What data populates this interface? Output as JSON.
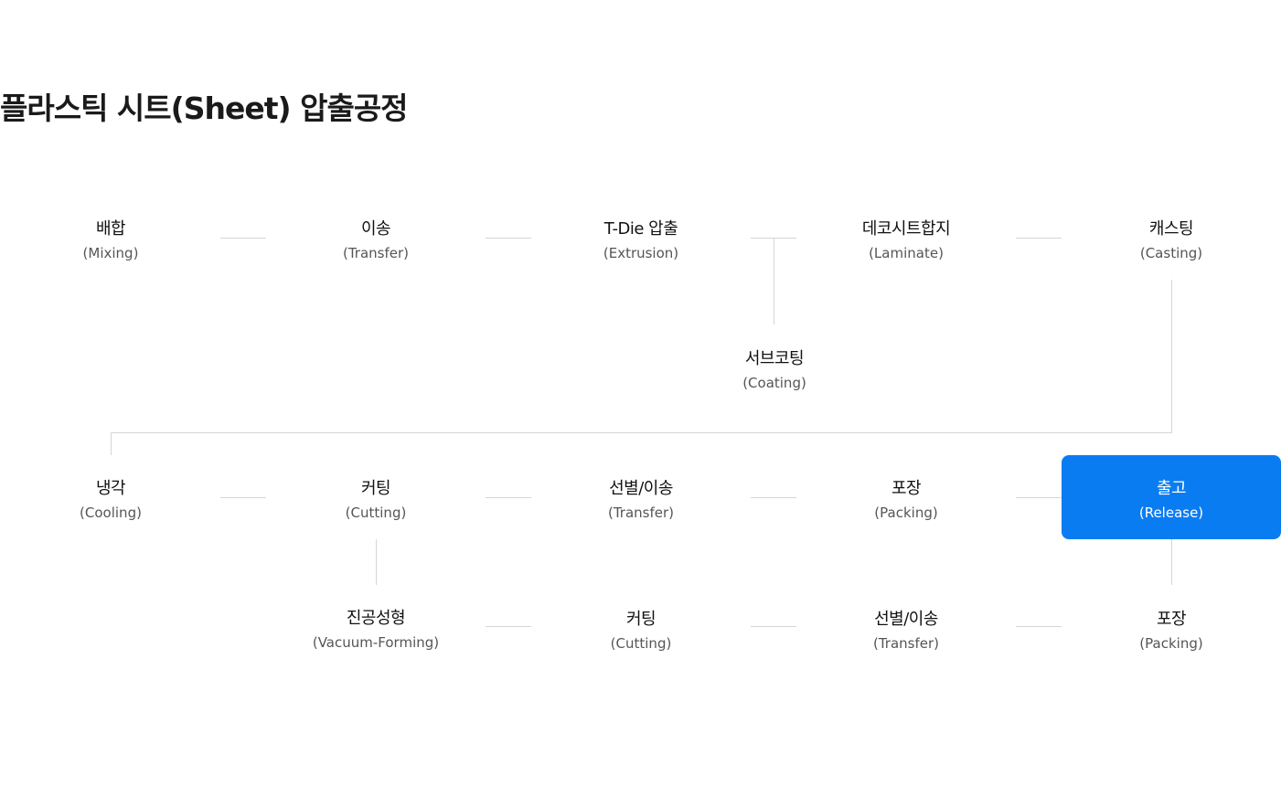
{
  "title": "플라스틱 시트(Sheet) 압출공정",
  "colors": {
    "accent": "#0a7cf2",
    "connector": "#d6d6d6",
    "text_primary": "#111111",
    "text_secondary": "#555555"
  },
  "steps": [
    {
      "id": "mixing",
      "ko": "배합",
      "en": "(Mixing)"
    },
    {
      "id": "transfer-1",
      "ko": "이송",
      "en": "(Transfer)"
    },
    {
      "id": "extrusion",
      "ko": "T-Die 압출",
      "en": "(Extrusion)"
    },
    {
      "id": "laminate",
      "ko": "데코시트합지",
      "en": "(Laminate)"
    },
    {
      "id": "casting",
      "ko": "캐스팅",
      "en": "(Casting)"
    },
    {
      "id": "coating",
      "ko": "서브코팅",
      "en": "(Coating)"
    },
    {
      "id": "cooling",
      "ko": "냉각",
      "en": "(Cooling)"
    },
    {
      "id": "cutting-1",
      "ko": "커팅",
      "en": "(Cutting)"
    },
    {
      "id": "transfer-2",
      "ko": "선별/이송",
      "en": "(Transfer)"
    },
    {
      "id": "packing-1",
      "ko": "포장",
      "en": "(Packing)"
    },
    {
      "id": "release",
      "ko": "출고",
      "en": "(Release)",
      "highlight": true
    },
    {
      "id": "vacuum-forming",
      "ko": "진공성형",
      "en": "(Vacuum-Forming)"
    },
    {
      "id": "cutting-2",
      "ko": "커팅",
      "en": "(Cutting)"
    },
    {
      "id": "transfer-3",
      "ko": "선별/이송",
      "en": "(Transfer)"
    },
    {
      "id": "packing-2",
      "ko": "포장",
      "en": "(Packing)"
    }
  ],
  "edges": [
    [
      "mixing",
      "transfer-1"
    ],
    [
      "transfer-1",
      "extrusion"
    ],
    [
      "extrusion",
      "laminate"
    ],
    [
      "extrusion",
      "coating"
    ],
    [
      "laminate",
      "casting"
    ],
    [
      "casting",
      "cooling"
    ],
    [
      "cooling",
      "cutting-1"
    ],
    [
      "cutting-1",
      "transfer-2"
    ],
    [
      "transfer-2",
      "packing-1"
    ],
    [
      "packing-1",
      "release"
    ],
    [
      "cutting-1",
      "vacuum-forming"
    ],
    [
      "vacuum-forming",
      "cutting-2"
    ],
    [
      "cutting-2",
      "transfer-3"
    ],
    [
      "transfer-3",
      "packing-2"
    ],
    [
      "packing-2",
      "release"
    ]
  ]
}
